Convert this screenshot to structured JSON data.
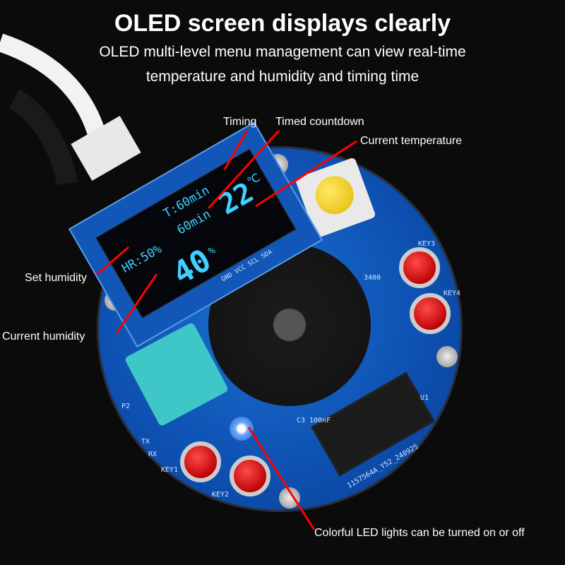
{
  "header": {
    "title": "OLED screen displays clearly",
    "subtitle_line1": "OLED multi-level menu management can view real-time",
    "subtitle_line2": "temperature and humidity and timing time"
  },
  "callouts": {
    "timing": "Timing",
    "timed_countdown": "Timed countdown",
    "current_temperature": "Current temperature",
    "set_humidity": "Set humidity",
    "current_humidity": "Current humidity",
    "led": "Colorful LED lights can be turned on or off"
  },
  "oled": {
    "set_humidity": "HR:50%",
    "timer": "T:60min",
    "countdown": "60min",
    "temperature": "22",
    "temp_unit": "℃",
    "humidity": "40",
    "humidity_unit": "%",
    "pins": "GND VCC SCL SDA"
  },
  "pcb": {
    "key1": "KEY1",
    "key2": "KEY2",
    "key3": "KEY3",
    "key4": "KEY4",
    "p2": "P2",
    "tx": "TX",
    "rx": "RX",
    "cap": "C3  100nF",
    "u1": "U1",
    "r": "3400",
    "board_id": "1157564A_Y52_240925"
  },
  "colors": {
    "background": "#0b0b0c",
    "pcb": "#0d4fb0",
    "oled_text": "#3fd0ff",
    "callout_line": "#ff0000"
  }
}
